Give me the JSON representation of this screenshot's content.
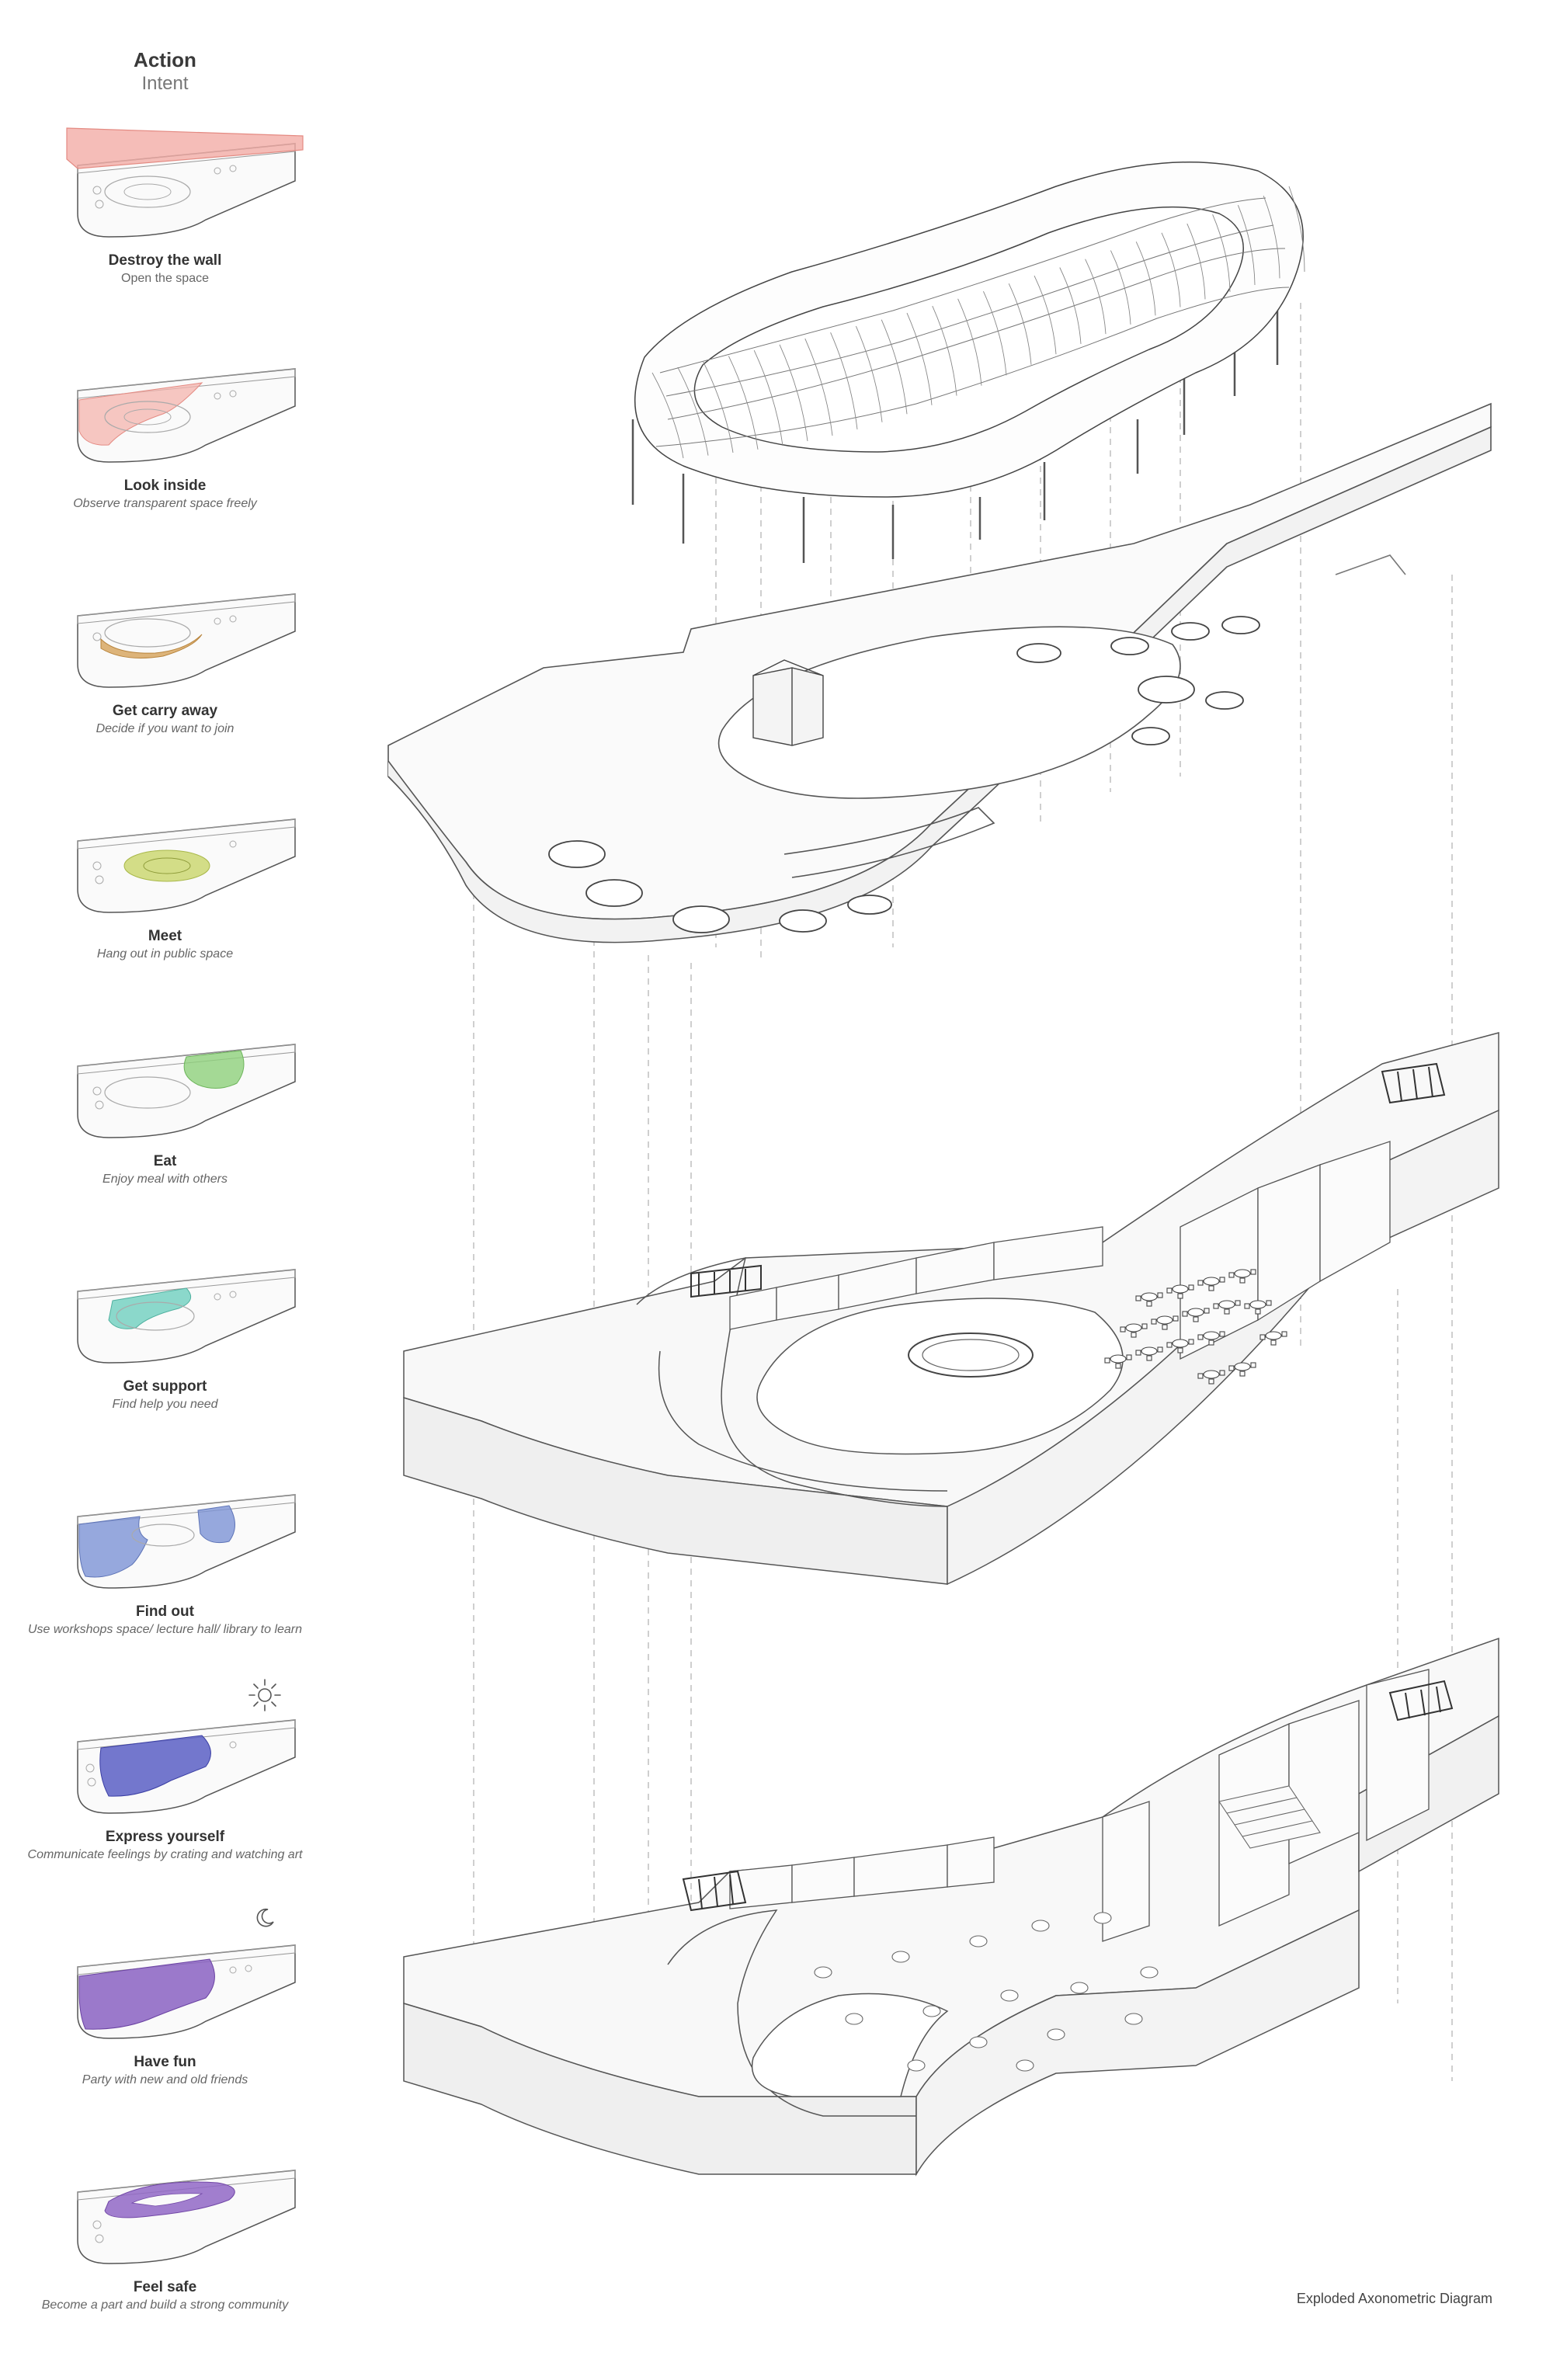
{
  "legend": {
    "title": "Action",
    "subtitle": "Intent",
    "items": [
      {
        "key": "destroy",
        "title": "Destroy the wall",
        "desc": "Open the space",
        "color": "#f2a7a0",
        "icon": "none"
      },
      {
        "key": "look",
        "title": "Look inside",
        "desc": "Observe transparent space freely",
        "color": "#f4b4ae",
        "icon": "none"
      },
      {
        "key": "carry",
        "title": "Get carry away",
        "desc": "Decide if you want to join",
        "color": "#d6a25a",
        "icon": "none"
      },
      {
        "key": "meet",
        "title": "Meet",
        "desc": "Hang out in public space",
        "color": "#c9d66a",
        "icon": "none"
      },
      {
        "key": "eat",
        "title": "Eat",
        "desc": "Enjoy meal with others",
        "color": "#8fd17c",
        "icon": "none"
      },
      {
        "key": "support",
        "title": "Get support",
        "desc": "Find help you need",
        "color": "#6fd0bf",
        "icon": "none"
      },
      {
        "key": "find",
        "title": "Find out",
        "desc": "Use workshops space/ lecture hall/ library to learn",
        "color": "#7d93d6",
        "icon": "none"
      },
      {
        "key": "express",
        "title": "Express yourself",
        "desc": "Communicate feelings by crating and watching art",
        "color": "#5b5fc4",
        "icon": "sun-icon"
      },
      {
        "key": "fun",
        "title": "Have fun",
        "desc": "Party with new and old friends",
        "color": "#8a62c2",
        "icon": "moon-icon"
      },
      {
        "key": "safe",
        "title": "Feel safe",
        "desc": "Become a part and build a strong community",
        "color": "#9167c6",
        "icon": "none"
      }
    ]
  },
  "diagram": {
    "caption": "Exploded Axonometric Diagram",
    "layers": [
      "roof-canopy",
      "terrace-slab",
      "upper-floor",
      "ground-floor"
    ]
  }
}
